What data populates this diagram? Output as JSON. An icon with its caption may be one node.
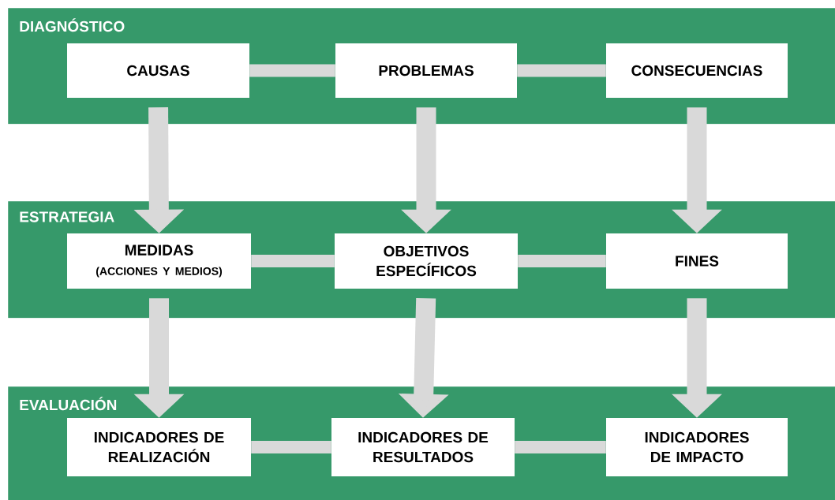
{
  "diagram": {
    "nodes": [
      {
        "text": [
          "DIAGNÓSTICO"
        ]
      },
      {
        "text": [
          "CAUSAS"
        ],
        "in": 0
      },
      {
        "text": [
          "PROBLEMAS"
        ],
        "in": 0
      },
      {
        "text": [
          "CONSECUENCIAS"
        ],
        "in": 0
      },
      {
        "text": [
          "ESTRATEGIA"
        ]
      },
      {
        "text": [
          "MEDIDAS",
          "(ACCIONES Y MEDIOS)"
        ],
        "in": 4
      },
      {
        "text": [
          "OBJETIVOS ESPECÍFICOS"
        ],
        "in": 4
      },
      {
        "text": [
          "FINES"
        ],
        "in": 4
      },
      {
        "text": [
          "EVALUACIÓN"
        ]
      },
      {
        "text": [
          "INDICADORES DE REALIZACIÓN"
        ],
        "in": 8
      },
      {
        "text": [
          "INDICADORES DE RESULTADOS"
        ],
        "in": 8
      },
      {
        "text": [
          "INDICADORES DE IMPACTO"
        ],
        "in": 8
      }
    ],
    "edges": [
      {
        "from": 1,
        "to": 2,
        "arrow": "none"
      },
      {
        "from": 2,
        "to": 3,
        "arrow": "none"
      },
      {
        "from": 5,
        "to": 6,
        "arrow": "none"
      },
      {
        "from": 6,
        "to": 7,
        "arrow": "none"
      },
      {
        "from": 9,
        "to": 10,
        "arrow": "none"
      },
      {
        "from": 10,
        "to": 11,
        "arrow": "none"
      },
      {
        "from": 1,
        "to": 5,
        "arrow": "to"
      },
      {
        "from": 2,
        "to": 6,
        "arrow": "to"
      },
      {
        "from": 3,
        "to": 7,
        "arrow": "to"
      },
      {
        "from": 5,
        "to": 9,
        "arrow": "to"
      },
      {
        "from": 6,
        "to": 10,
        "arrow": "to"
      },
      {
        "from": 7,
        "to": 11,
        "arrow": "to"
      }
    ]
  }
}
